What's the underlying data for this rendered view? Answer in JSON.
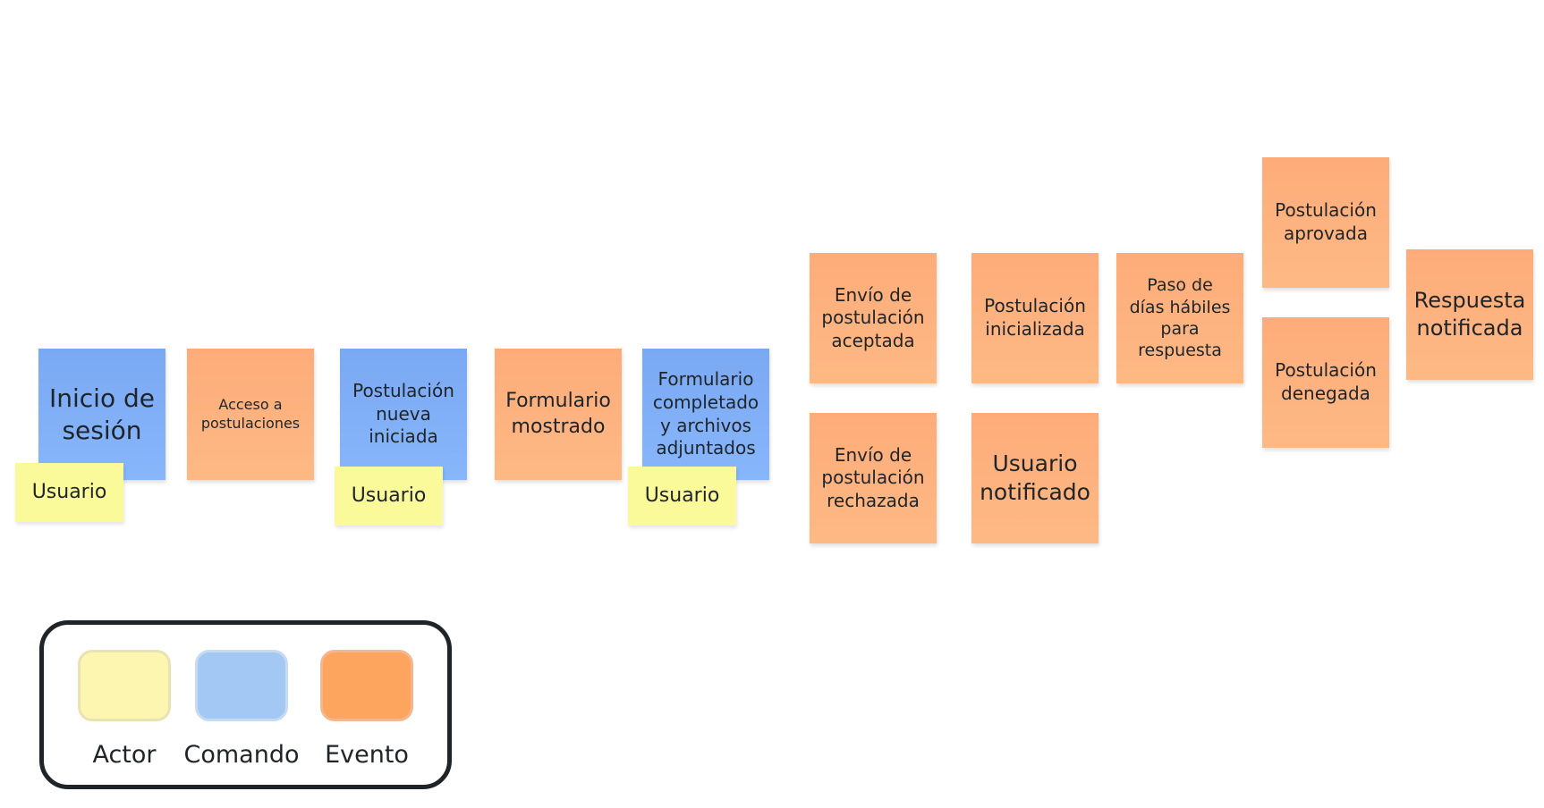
{
  "notes": {
    "inicio_sesion": "Inicio de\nsesión",
    "acceso_postulaciones": "Acceso a\npostulaciones",
    "postulacion_nueva": "Postulación\nnueva\niniciada",
    "formulario_mostrado": "Formulario\nmostrado",
    "formulario_completado": "Formulario\ncompletado\ny archivos\nadjuntados",
    "envio_aceptada": "Envío de\npostulación\naceptada",
    "envio_rechazada": "Envío de\npostulación\nrechazada",
    "postulacion_inicializada": "Postulación\ninicializada",
    "usuario_notificado": "Usuario\nnotificado",
    "paso_dias": "Paso de\ndías hábiles\npara\nrespuesta",
    "postulacion_aprovada": "Postulación\naprovada",
    "postulacion_denegada": "Postulación\ndenegada",
    "respuesta_notificada": "Respuesta\nnotificada",
    "actor_1": "Usuario",
    "actor_2": "Usuario",
    "actor_3": "Usuario"
  },
  "legend": {
    "actor": "Actor",
    "comando": "Comando",
    "evento": "Evento"
  },
  "colors": {
    "comando": "#7aa9f3",
    "evento": "#fdac79",
    "actor": "#fafa9a",
    "legend_actor": "#fdf6b0",
    "legend_comando": "#a4c8f4",
    "legend_evento": "#fda45e"
  }
}
